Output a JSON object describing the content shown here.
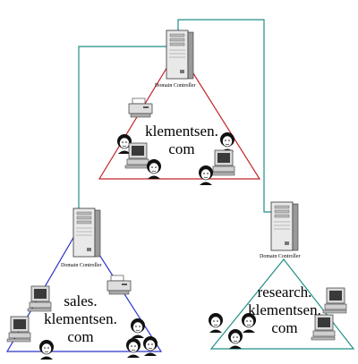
{
  "domains": [
    {
      "id": "root",
      "label_lines": [
        "klementsen.",
        "com"
      ],
      "controller_label": "Domain Controller",
      "line_color": "#c0242b"
    },
    {
      "id": "sales",
      "label_lines": [
        "sales.",
        "klementsen.",
        "com"
      ],
      "controller_label": "Domain Controller",
      "line_color": "#2b35c8"
    },
    {
      "id": "research",
      "label_lines": [
        "research.",
        "klementsen.",
        "com"
      ],
      "controller_label": "Domain Controller",
      "line_color": "#1f8f88"
    }
  ],
  "trust_link_color": "#1f8f88",
  "icons": [
    "server-icon",
    "printer-icon",
    "computer-icon",
    "person-icon"
  ]
}
